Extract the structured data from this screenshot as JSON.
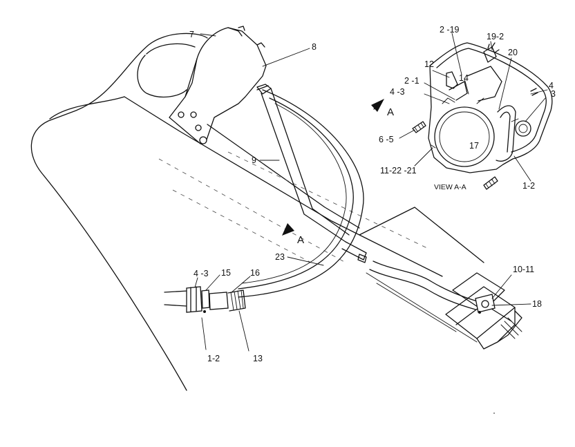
{
  "callouts": {
    "c7": "7",
    "c8": "8",
    "c9": "9",
    "c23": "23",
    "c4_3_left": "4 -3",
    "c15": "15",
    "c16": "16",
    "c1_2_left": "1-2",
    "c13": "13",
    "c10_11": "10-11",
    "c18": "18",
    "c2_19": "2 -19",
    "c19_2": "19-2",
    "c20": "20",
    "c12": "12",
    "c2_1": "2 -1",
    "c14": "14",
    "c4_3_view": "4 -3",
    "c4_view": "4",
    "c3_view": "3",
    "c6_5": "6 -5",
    "c17": "17",
    "c11_22_21": "11-22 -21",
    "c1_2_view": "1-2"
  },
  "section": {
    "marker_top": "A",
    "marker_bottom": "A",
    "view_label": "VIEW  A-A"
  }
}
